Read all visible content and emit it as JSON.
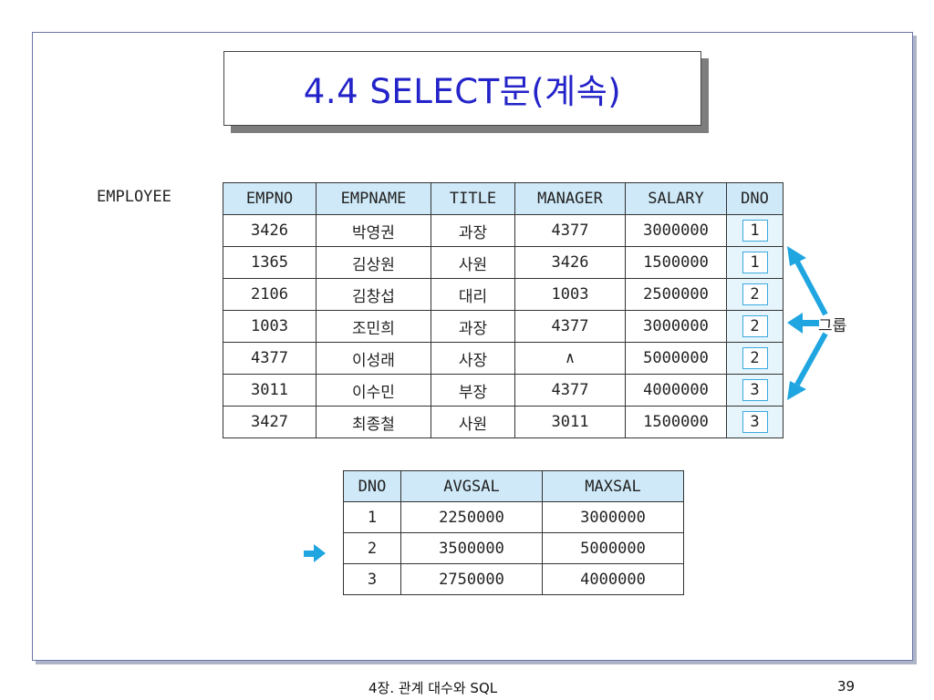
{
  "slide": {
    "title": "4.4 SELECT문(계속)",
    "relation_name": "EMPLOYEE",
    "group_label": "그룹",
    "footer_text": "4장. 관계 대수와 SQL",
    "page_number": "39"
  },
  "employee_table": {
    "columns": [
      "EMPNO",
      "EMPNAME",
      "TITLE",
      "MANAGER",
      "SALARY",
      "DNO"
    ],
    "rows": [
      [
        "3426",
        "박영권",
        "과장",
        "4377",
        "3000000",
        "1"
      ],
      [
        "1365",
        "김상원",
        "사원",
        "3426",
        "1500000",
        "1"
      ],
      [
        "2106",
        "김창섭",
        "대리",
        "1003",
        "2500000",
        "2"
      ],
      [
        "1003",
        "조민희",
        "과장",
        "4377",
        "3000000",
        "2"
      ],
      [
        "4377",
        "이성래",
        "사장",
        "∧",
        "5000000",
        "2"
      ],
      [
        "3011",
        "이수민",
        "부장",
        "4377",
        "4000000",
        "3"
      ],
      [
        "3427",
        "최종철",
        "사원",
        "3011",
        "1500000",
        "3"
      ]
    ]
  },
  "result_table": {
    "columns": [
      "DNO",
      "AVGSAL",
      "MAXSAL"
    ],
    "rows": [
      [
        "1",
        "2250000",
        "3000000"
      ],
      [
        "2",
        "3500000",
        "5000000"
      ],
      [
        "3",
        "2750000",
        "4000000"
      ]
    ]
  },
  "colors": {
    "title": "#2323c9",
    "header_bg": "#cfe9f8",
    "arrow": "#1fa6e0"
  }
}
